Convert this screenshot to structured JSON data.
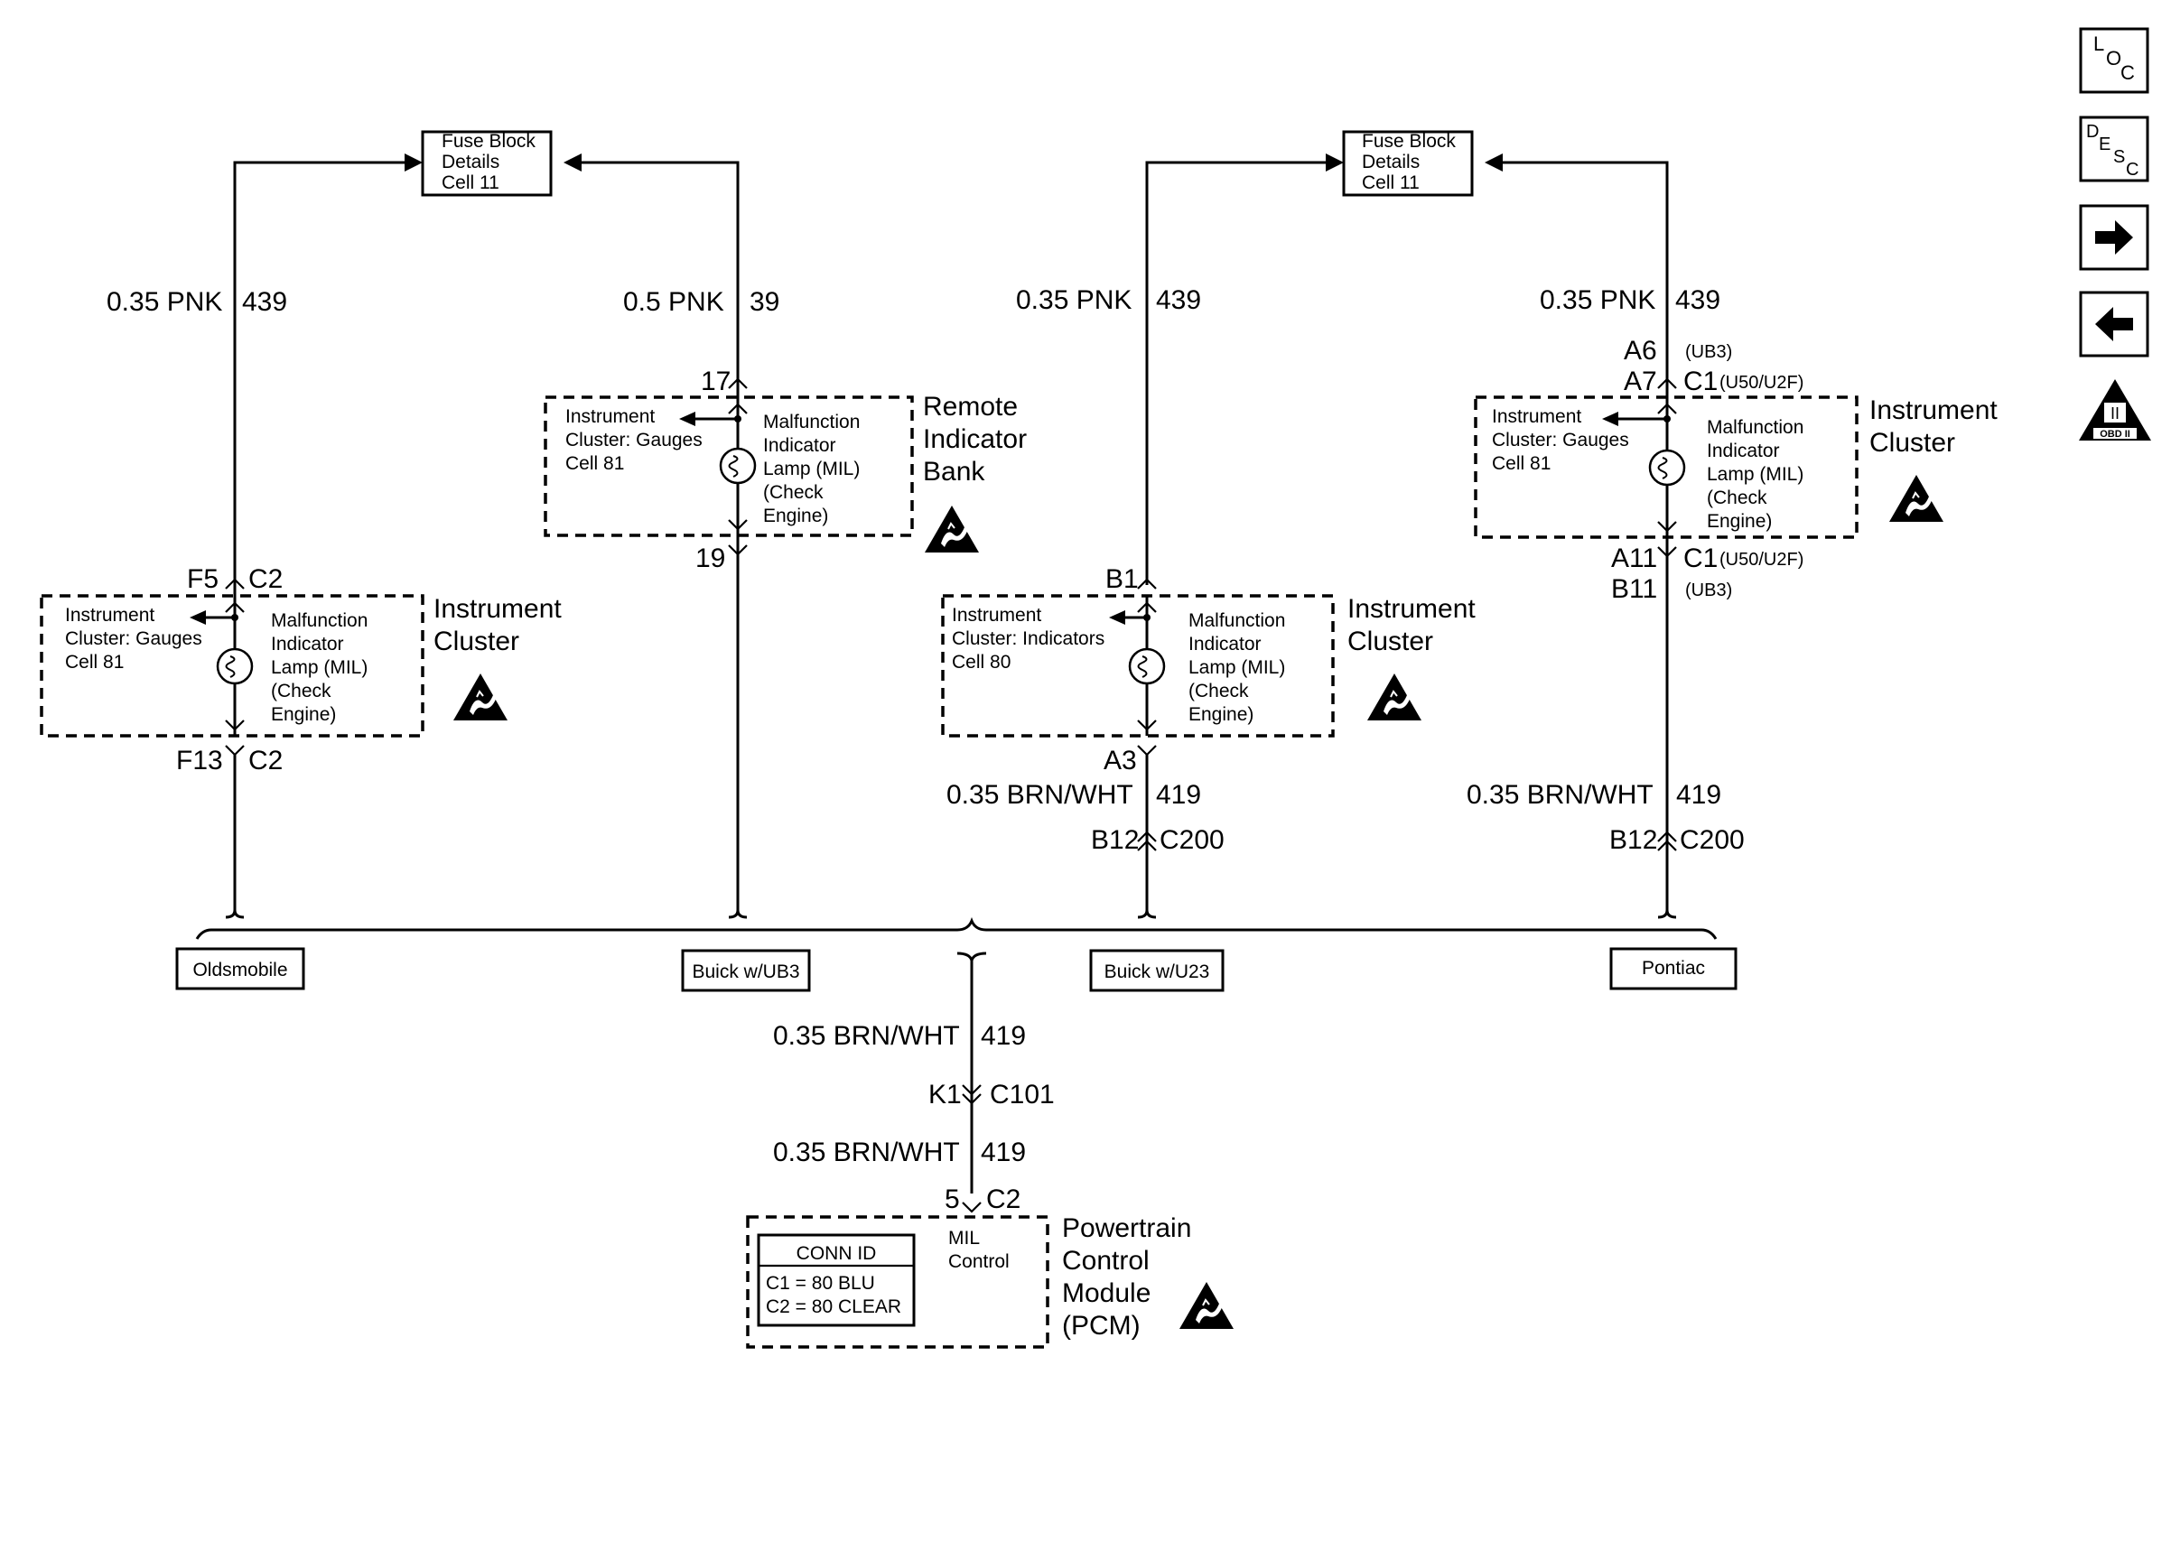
{
  "fuse_blocks": [
    {
      "line1": "Fuse Block",
      "line2": "Details",
      "line3": "Cell 11"
    },
    {
      "line1": "Fuse Block",
      "line2": "Details",
      "line3": "Cell 11"
    }
  ],
  "wires": {
    "olds_top": {
      "gauge": "0.35 PNK",
      "circuit": "439"
    },
    "buick_ub3_top": {
      "gauge": "0.5 PNK",
      "circuit": "39"
    },
    "buick_u23_top": {
      "gauge": "0.35 PNK",
      "circuit": "439"
    },
    "pontiac_top": {
      "gauge": "0.35 PNK",
      "circuit": "439"
    },
    "buick_u23_bottom": {
      "gauge": "0.35 BRN/WHT",
      "circuit": "419"
    },
    "pontiac_bottom": {
      "gauge": "0.35 BRN/WHT",
      "circuit": "419"
    },
    "main_upper": {
      "gauge": "0.35 BRN/WHT",
      "circuit": "419"
    },
    "main_lower": {
      "gauge": "0.35 BRN/WHT",
      "circuit": "419"
    }
  },
  "connectors": {
    "olds_top": {
      "pin": "F5",
      "conn": "C2"
    },
    "olds_bottom": {
      "pin": "F13",
      "conn": "C2"
    },
    "rib_top": {
      "pin": "17"
    },
    "rib_bottom": {
      "pin": "19"
    },
    "u23_top": {
      "pin": "B1"
    },
    "u23_bottom": {
      "pin": "A3"
    },
    "u23_c200": {
      "pin": "B12",
      "conn": "C200"
    },
    "pontiac_top_a6": {
      "pin": "A6",
      "option": "(UB3)"
    },
    "pontiac_top_a7": {
      "pin": "A7",
      "conn": "C1",
      "option": "(U50/U2F)"
    },
    "pontiac_bot_a11": {
      "pin": "A11",
      "conn": "C1",
      "option": "(U50/U2F)"
    },
    "pontiac_bot_b11": {
      "pin": "B11",
      "option": "(UB3)"
    },
    "pontiac_c200": {
      "pin": "B12",
      "conn": "C200"
    },
    "c101": {
      "pin": "K1",
      "conn": "C101"
    },
    "pcm": {
      "pin": "5",
      "conn": "C2"
    }
  },
  "modules": {
    "olds": {
      "ref": [
        "Instrument",
        "Cluster:  Gauges",
        "Cell 81"
      ],
      "lamp": [
        "Malfunction",
        "Indicator",
        "Lamp (MIL)",
        "(Check",
        "Engine)"
      ],
      "name": [
        "Instrument",
        "Cluster"
      ]
    },
    "rib": {
      "ref": [
        "Instrument",
        "Cluster:  Gauges",
        "Cell 81"
      ],
      "lamp": [
        "Malfunction",
        "Indicator",
        "Lamp (MIL)",
        "(Check",
        "Engine)"
      ],
      "name": [
        "Remote",
        "Indicator",
        "Bank"
      ]
    },
    "u23": {
      "ref": [
        "Instrument",
        "Cluster:  Indicators",
        "Cell 80"
      ],
      "lamp": [
        "Malfunction",
        "Indicator",
        "Lamp (MIL)",
        "(Check",
        "Engine)"
      ],
      "name": [
        "Instrument",
        "Cluster"
      ]
    },
    "pontiac": {
      "ref": [
        "Instrument",
        "Cluster:  Gauges",
        "Cell 81"
      ],
      "lamp": [
        "Malfunction",
        "Indicator",
        "Lamp (MIL)",
        "(Check",
        "Engine)"
      ],
      "name": [
        "Instrument",
        "Cluster"
      ]
    },
    "pcm": {
      "conn_id_title": "CONN ID",
      "conn_id_rows": [
        "C1 = 80 BLU",
        "C2 = 80 CLEAR"
      ],
      "mil": [
        "MIL",
        "Control"
      ],
      "name": [
        "Powertrain",
        "Control",
        "Module",
        "(PCM)"
      ]
    }
  },
  "variants": [
    "Oldsmobile",
    "Buick w/UB3",
    "Buick w/U23",
    "Pontiac"
  ],
  "nav": {
    "loc": {
      "a": "L",
      "b": "O",
      "c": "C"
    },
    "desc": {
      "a": "D",
      "b": "E",
      "c": "S",
      "d": "C"
    },
    "obd": {
      "numeral": "II",
      "label": "OBD II"
    }
  }
}
